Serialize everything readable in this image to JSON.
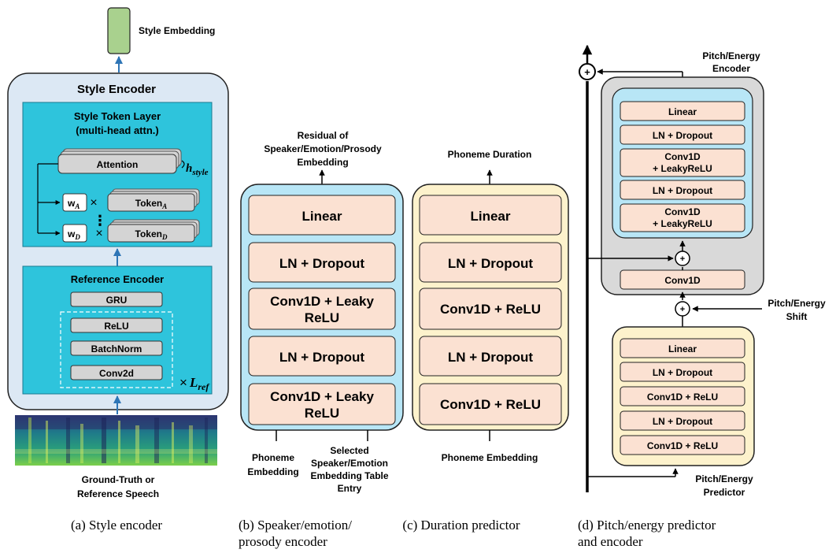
{
  "panel_a": {
    "style_embedding": "Style Embedding",
    "style_encoder": "Style Encoder",
    "stl_title_1": "Style Token Layer",
    "stl_title_2": "(multi-head attn.)",
    "attention": "Attention",
    "h": "h",
    "h_sub": "style",
    "w": "w",
    "w_sub_a": "A",
    "w_sub_d": "D",
    "times": "×",
    "token": "Token",
    "token_sub_a": "A",
    "token_sub_d": "D",
    "dots": "⋮",
    "ref_encoder": "Reference Encoder",
    "gru": "GRU",
    "relu": "ReLU",
    "batchnorm": "BatchNorm",
    "conv2d": "Conv2d",
    "l": "L",
    "l_sub": "ref",
    "input_1": "Ground-Truth or",
    "input_2": "Reference Speech",
    "caption": "(a) Style encoder"
  },
  "panel_b": {
    "output_1": "Residual of",
    "output_2": "Speaker/Emotion/Prosody",
    "output_3": "Embedding",
    "layer_1": "Linear",
    "layer_2": "LN + Dropout",
    "layer_3a": "Conv1D + Leaky",
    "layer_3b": "ReLU",
    "layer_4": "LN + Dropout",
    "layer_5a": "Conv1D + Leaky",
    "layer_5b": "ReLU",
    "input_left_1": "Phoneme",
    "input_left_2": "Embedding",
    "input_right_1": "Selected",
    "input_right_2": "Speaker/Emotion",
    "input_right_3": "Embedding Table",
    "input_right_4": "Entry",
    "caption_1": "(b)  Speaker/emotion/",
    "caption_2": "prosody encoder"
  },
  "panel_c": {
    "output": "Phoneme Duration",
    "layer_1": "Linear",
    "layer_2": "LN + Dropout",
    "layer_3": "Conv1D + ReLU",
    "layer_4": "LN + Dropout",
    "layer_5": "Conv1D + ReLU",
    "input": "Phoneme Embedding",
    "caption": "(c) Duration predictor"
  },
  "panel_d": {
    "encoder_label_1": "Pitch/Energy",
    "encoder_label_2": "Encoder",
    "enc_layer_1": "Linear",
    "enc_layer_2": "LN + Dropout",
    "enc_layer_3a": "Conv1D",
    "enc_layer_3b": "+ LeakyReLU",
    "enc_layer_4": "LN + Dropout",
    "enc_layer_5a": "Conv1D",
    "enc_layer_5b": "+ LeakyReLU",
    "conv1d": "Conv1D",
    "plus": "+",
    "shift_1": "Pitch/Energy",
    "shift_2": "Shift",
    "pred_layer_1": "Linear",
    "pred_layer_2": "LN + Dropout",
    "pred_layer_3": "Conv1D + ReLU",
    "pred_layer_4": "LN + Dropout",
    "pred_layer_5": "Conv1D + ReLU",
    "predictor_label_1": "Pitch/Energy",
    "predictor_label_2": "Predictor",
    "caption_1": "(d) Pitch/energy predictor",
    "caption_2": "and encoder"
  },
  "colors": {
    "style_encoder_bg": "#dce8f4",
    "teal": "#2ec4dc",
    "peach": "#fbe1d2",
    "light_blue": "#b8e6f6",
    "light_yellow": "#fdf2cc",
    "gray_box": "#d9d9d9",
    "gray_layer": "#d4d4d4",
    "green": "#a9d18e",
    "arrow_blue": "#2e75b6"
  }
}
